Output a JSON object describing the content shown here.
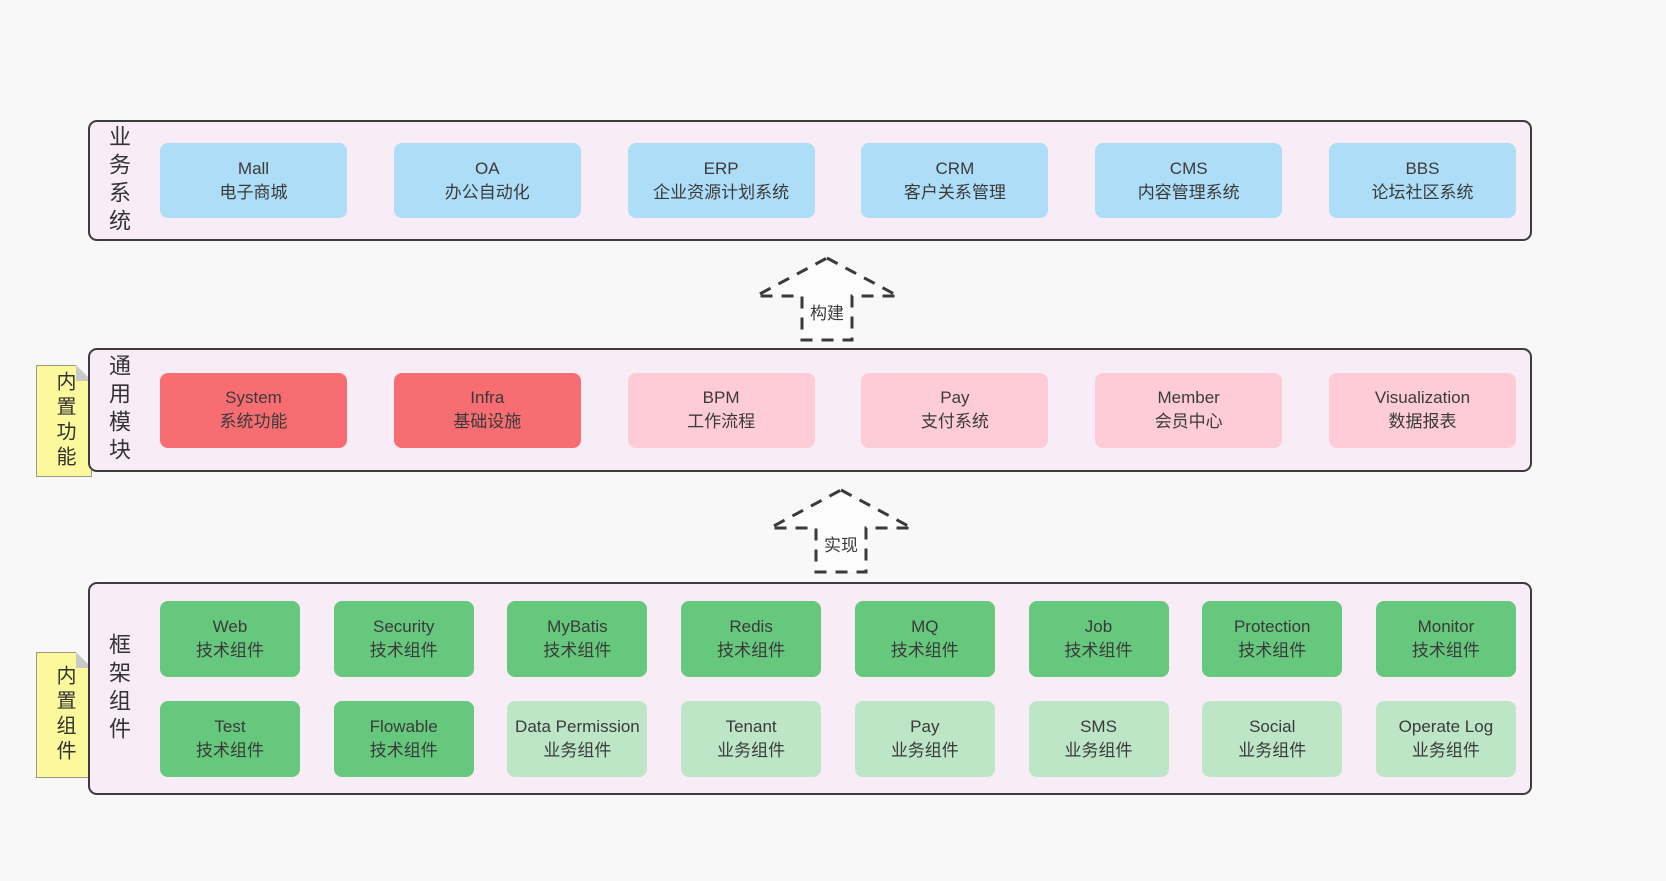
{
  "colors": {
    "page_bg": "#f8f8f8",
    "panel_bg": "#f8ecf6",
    "panel_border": "#3c3c3c",
    "box_blue": "#aedef7",
    "box_red": "#f76d72",
    "box_pink": "#fdccd6",
    "box_green_dark": "#66c87d",
    "box_green_light": "#bde6c6",
    "note_yellow": "#fbf99c",
    "note_fold": "#c9c9c9"
  },
  "arrows": [
    {
      "label": "构建"
    },
    {
      "label": "实现"
    }
  ],
  "sections": {
    "business": {
      "label": "业务系统",
      "boxes": [
        {
          "name": "box-mall",
          "title": "Mall",
          "subtitle": "电子商城",
          "variant": "blue"
        },
        {
          "name": "box-oa",
          "title": "OA",
          "subtitle": "办公自动化",
          "variant": "blue"
        },
        {
          "name": "box-erp",
          "title": "ERP",
          "subtitle": "企业资源计划系统",
          "variant": "blue"
        },
        {
          "name": "box-crm",
          "title": "CRM",
          "subtitle": "客户关系管理",
          "variant": "blue"
        },
        {
          "name": "box-cms",
          "title": "CMS",
          "subtitle": "内容管理系统",
          "variant": "blue"
        },
        {
          "name": "box-bbs",
          "title": "BBS",
          "subtitle": "论坛社区系统",
          "variant": "blue"
        }
      ]
    },
    "modules": {
      "label": "通用模块",
      "note": "内置功能",
      "boxes": [
        {
          "name": "box-system",
          "title": "System",
          "subtitle": "系统功能",
          "variant": "red"
        },
        {
          "name": "box-infra",
          "title": "Infra",
          "subtitle": "基础设施",
          "variant": "red"
        },
        {
          "name": "box-bpm",
          "title": "BPM",
          "subtitle": "工作流程",
          "variant": "pink"
        },
        {
          "name": "box-pay-system",
          "title": "Pay",
          "subtitle": "支付系统",
          "variant": "pink"
        },
        {
          "name": "box-member",
          "title": "Member",
          "subtitle": "会员中心",
          "variant": "pink"
        },
        {
          "name": "box-visualization",
          "title": "Visualization",
          "subtitle": "数据报表",
          "variant": "pink"
        }
      ]
    },
    "components": {
      "label": "框架组件",
      "note": "内置组件",
      "rows": [
        [
          {
            "name": "box-web",
            "title": "Web",
            "subtitle": "技术组件",
            "variant": "green-dark"
          },
          {
            "name": "box-security",
            "title": "Security",
            "subtitle": "技术组件",
            "variant": "green-dark"
          },
          {
            "name": "box-mybatis",
            "title": "MyBatis",
            "subtitle": "技术组件",
            "variant": "green-dark"
          },
          {
            "name": "box-redis",
            "title": "Redis",
            "subtitle": "技术组件",
            "variant": "green-dark"
          },
          {
            "name": "box-mq",
            "title": "MQ",
            "subtitle": "技术组件",
            "variant": "green-dark"
          },
          {
            "name": "box-job",
            "title": "Job",
            "subtitle": "技术组件",
            "variant": "green-dark"
          },
          {
            "name": "box-protection",
            "title": "Protection",
            "subtitle": "技术组件",
            "variant": "green-dark"
          },
          {
            "name": "box-monitor",
            "title": "Monitor",
            "subtitle": "技术组件",
            "variant": "green-dark"
          }
        ],
        [
          {
            "name": "box-test",
            "title": "Test",
            "subtitle": "技术组件",
            "variant": "green-dark"
          },
          {
            "name": "box-flowable",
            "title": "Flowable",
            "subtitle": "技术组件",
            "variant": "green-dark"
          },
          {
            "name": "box-data-permission",
            "title": "Data Permission",
            "subtitle": "业务组件",
            "variant": "green-light"
          },
          {
            "name": "box-tenant",
            "title": "Tenant",
            "subtitle": "业务组件",
            "variant": "green-light"
          },
          {
            "name": "box-pay-component",
            "title": "Pay",
            "subtitle": "业务组件",
            "variant": "green-light"
          },
          {
            "name": "box-sms",
            "title": "SMS",
            "subtitle": "业务组件",
            "variant": "green-light"
          },
          {
            "name": "box-social",
            "title": "Social",
            "subtitle": "业务组件",
            "variant": "green-light"
          },
          {
            "name": "box-operate-log",
            "title": "Operate Log",
            "subtitle": "业务组件",
            "variant": "green-light"
          }
        ]
      ]
    }
  }
}
